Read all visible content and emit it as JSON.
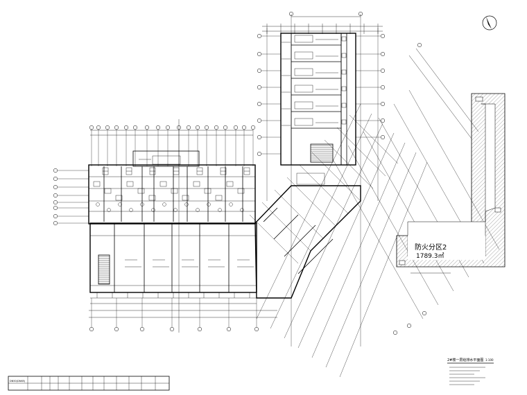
{
  "fire_zone": {
    "label": "防火分区2",
    "area": "1789.3㎡"
  },
  "drawing_title": {
    "main": "2#楼一层给排水平面图",
    "scale": "1:100"
  },
  "schedule": {
    "title": "",
    "rows": [
      [
        "DN50(DN65)",
        "",
        "",
        "",
        "",
        "",
        "",
        "",
        "",
        "",
        "",
        ""
      ],
      [
        "",
        "",
        "",
        "",
        "",
        "",
        "",
        "",
        "",
        "",
        "",
        ""
      ]
    ]
  },
  "north_arrow": {
    "icon": "north-arrow-icon"
  }
}
